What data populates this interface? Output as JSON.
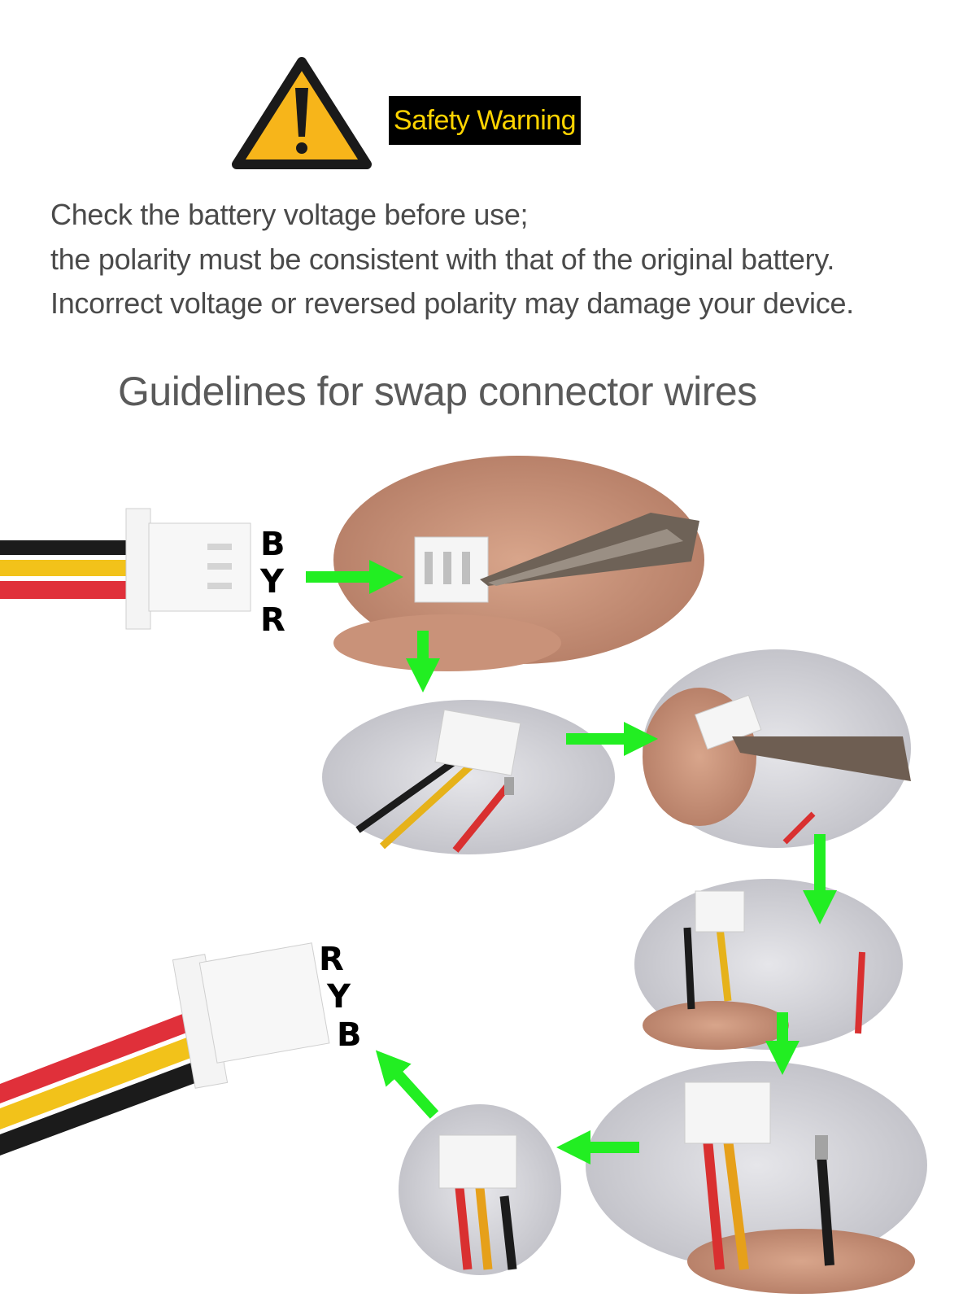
{
  "warning": {
    "label": "Safety Warning",
    "icon": "warning-triangle-icon",
    "colors": {
      "triangle_fill": "#f7b51a",
      "triangle_border": "#1a1a1a",
      "label_bg": "#000000",
      "label_text": "#ffd400"
    }
  },
  "message": {
    "line1": "Check the battery voltage before use;",
    "line2": "the polarity must be consistent with that of the original battery.",
    "line3": "Incorrect voltage or reversed polarity may damage your device."
  },
  "guide": {
    "title": "Guidelines for swap connector wires",
    "before_labels": [
      "B",
      "Y",
      "R"
    ],
    "after_labels": [
      "R",
      "Y",
      "B"
    ],
    "arrow_color": "#22ee22",
    "wire_colors": {
      "black": "#1b1b1b",
      "yellow": "#f2c21a",
      "red": "#e0303a"
    }
  }
}
